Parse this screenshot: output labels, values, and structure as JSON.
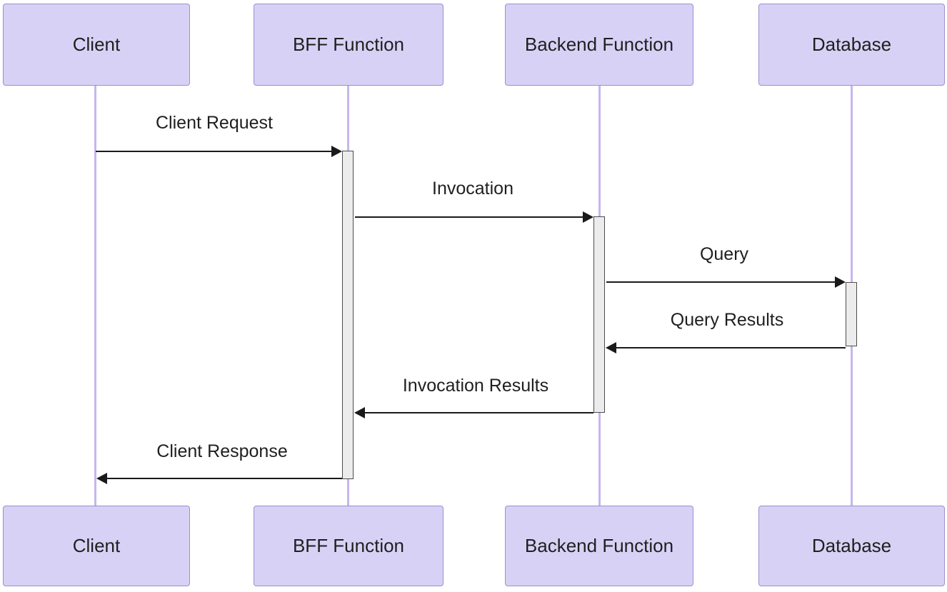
{
  "diagram": {
    "type": "sequence",
    "participants": [
      {
        "id": "client",
        "label": "Client"
      },
      {
        "id": "bff",
        "label": "BFF Function"
      },
      {
        "id": "backend",
        "label": "Backend Function"
      },
      {
        "id": "database",
        "label": "Database"
      }
    ],
    "messages": [
      {
        "from": "Client",
        "to": "BFF Function",
        "label": "Client Request",
        "direction": "right"
      },
      {
        "from": "BFF Function",
        "to": "Backend Function",
        "label": "Invocation",
        "direction": "right"
      },
      {
        "from": "Backend Function",
        "to": "Database",
        "label": "Query",
        "direction": "right"
      },
      {
        "from": "Database",
        "to": "Backend Function",
        "label": "Query Results",
        "direction": "left"
      },
      {
        "from": "Backend Function",
        "to": "BFF Function",
        "label": "Invocation Results",
        "direction": "left"
      },
      {
        "from": "BFF Function",
        "to": "Client",
        "label": "Client Response",
        "direction": "left"
      }
    ],
    "activations": [
      {
        "participant": "BFF Function"
      },
      {
        "participant": "Backend Function"
      },
      {
        "participant": "Database"
      }
    ],
    "colors": {
      "actor_fill": "#d7d2f5",
      "actor_border": "#9a8fd0",
      "lifeline": "#c6b6ee",
      "activation_fill": "#ececec",
      "activation_border": "#4d4d4d",
      "arrow": "#1a1a1a",
      "text": "#1f1f1f",
      "background": "#ffffff"
    }
  }
}
